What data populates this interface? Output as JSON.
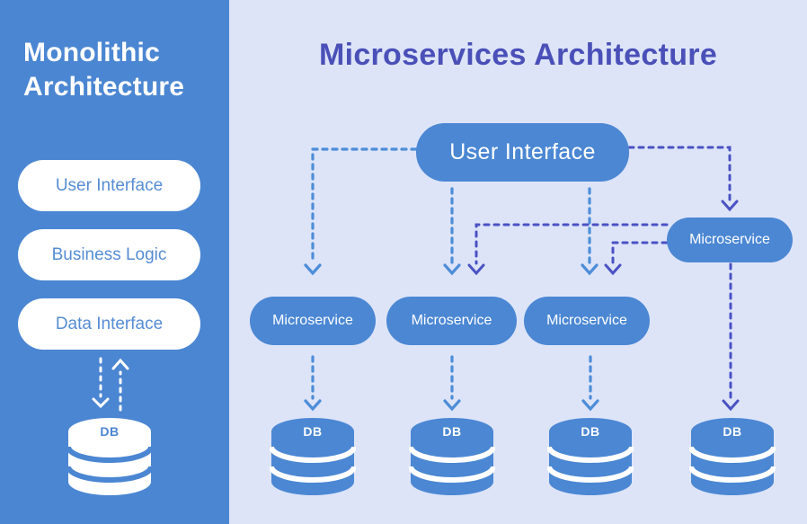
{
  "left_panel": {
    "title": "Monolithic Architecture",
    "boxes": [
      {
        "label": "User Interface"
      },
      {
        "label": "Business Logic"
      },
      {
        "label": "Data Interface"
      }
    ],
    "db_label": "DB"
  },
  "right_panel": {
    "title": "Microservices Architecture",
    "ui_box_label": "User Interface",
    "satellite_label": "Microservice",
    "microservices": [
      {
        "label": "Microservice"
      },
      {
        "label": "Microservice"
      },
      {
        "label": "Microservice"
      }
    ],
    "db_labels": [
      "DB",
      "DB",
      "DB",
      "DB"
    ]
  },
  "colors": {
    "left_panel_bg": "#4b86d2",
    "right_panel_bg": "#dde4f8",
    "node_blue": "#4b87d3",
    "title_indigo": "#4a50b8",
    "pill_text_blue": "#568dd4",
    "arrow_light_blue": "#4d8dd8",
    "arrow_dark_indigo": "#4a52c4",
    "arrow_white": "#ffffff"
  }
}
